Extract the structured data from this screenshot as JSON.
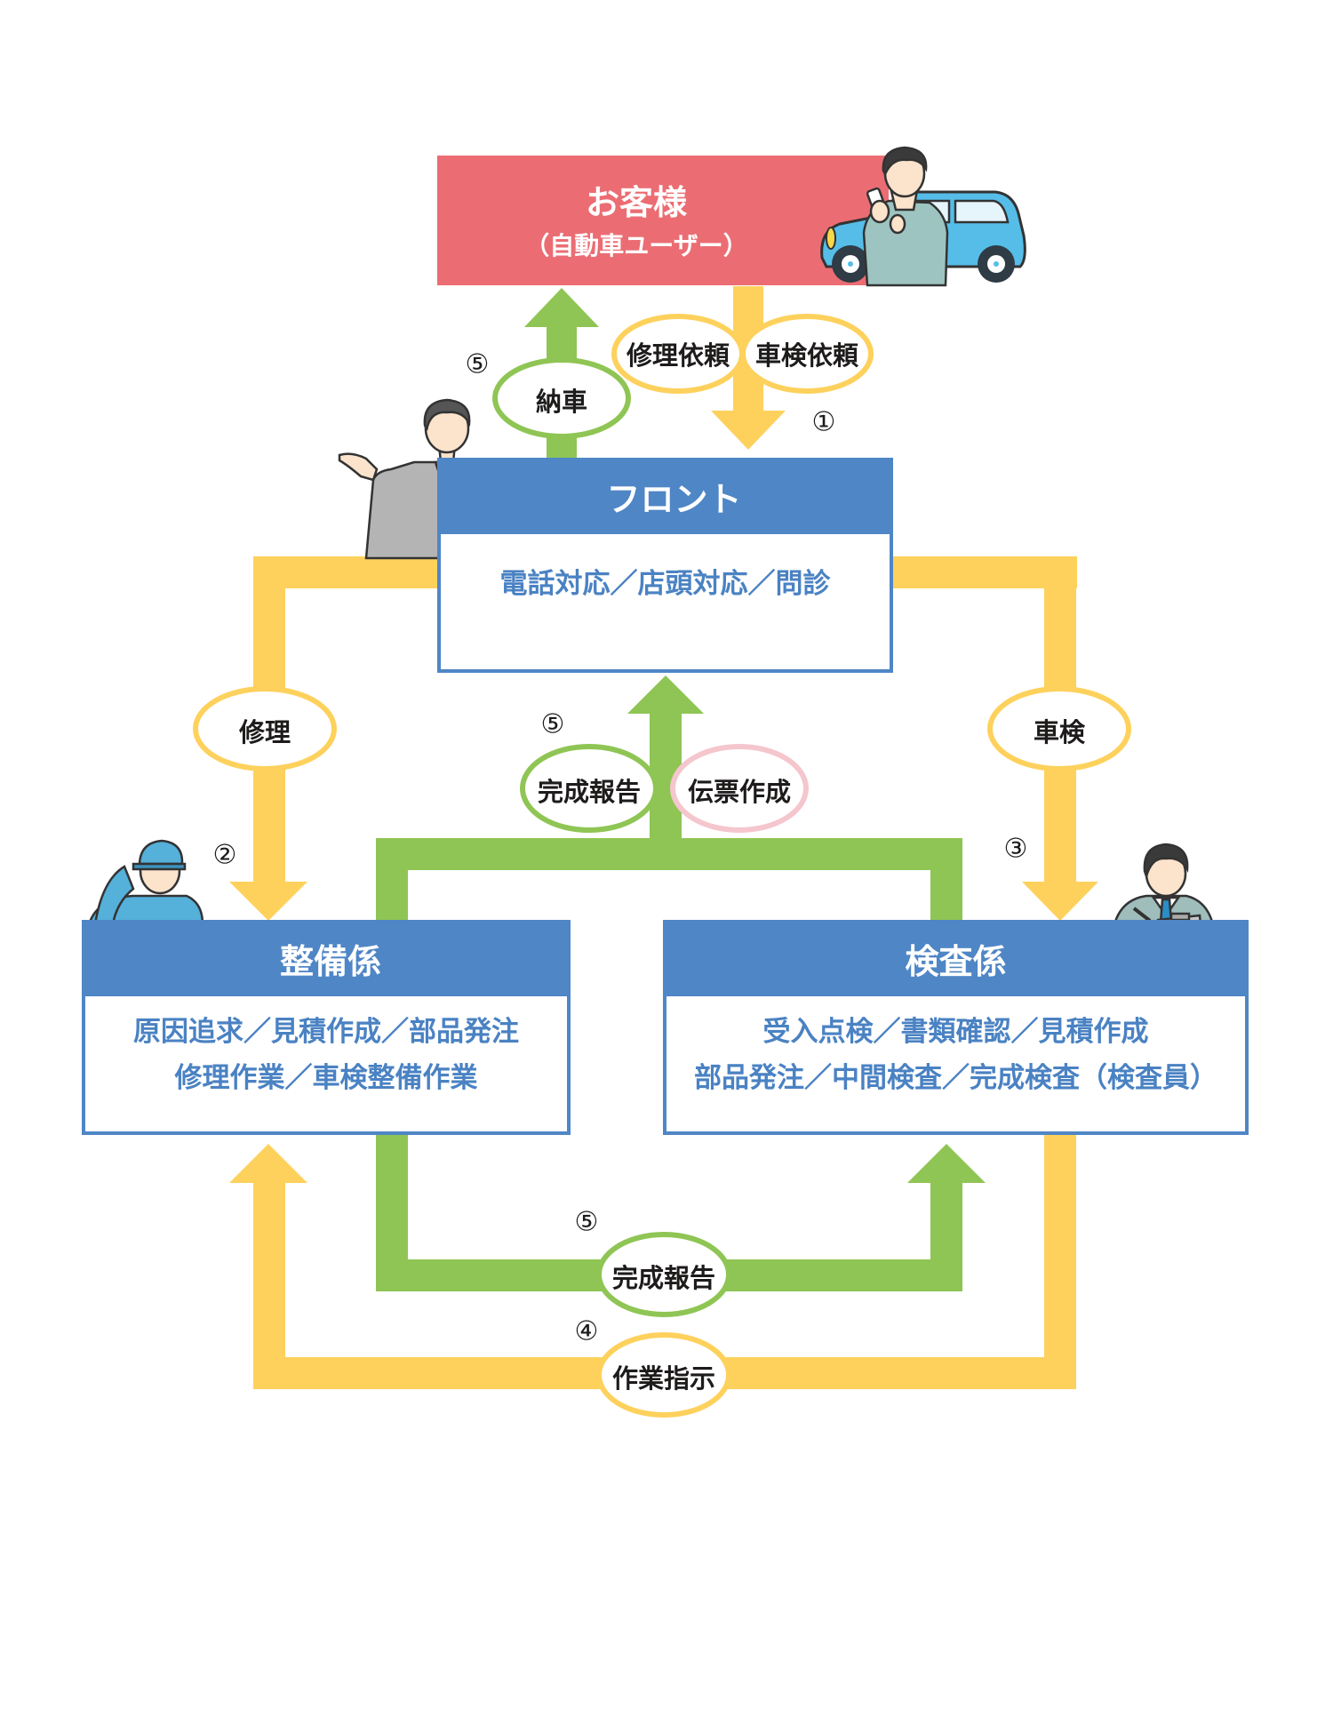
{
  "colors": {
    "customer": "#eb6d73",
    "section": "#4f86c6",
    "section_text": "#4a82c3",
    "yellow": "#fdd15c",
    "green": "#8fc554",
    "pink": "#f5c6cd",
    "car": "#55bde8",
    "label_text": "#1e1b1b"
  },
  "customer": {
    "title": "お客様",
    "subtitle": "（自動車ユーザー）"
  },
  "front": {
    "title": "フロント",
    "duties": [
      "電話対応／店頭対応／問診"
    ]
  },
  "maintenance": {
    "title": "整備係",
    "duties": [
      "原因追求／見積作成／部品発注",
      "修理作業／車検整備作業"
    ]
  },
  "inspection": {
    "title": "検査係",
    "duties": [
      "受入点検／書類確認／見積作成",
      "部品発注／中間検査／完成検査（検査員）"
    ]
  },
  "flows": {
    "request_repair": "修理依頼",
    "request_inspection": "車検依頼",
    "delivery": "納車",
    "repair": "修理",
    "shaken": "車検",
    "complete_report_top": "完成報告",
    "invoice": "伝票作成",
    "complete_report_bottom": "完成報告",
    "work_instruction": "作業指示"
  },
  "step_numbers": {
    "step1": "①",
    "step2": "②",
    "step3": "③",
    "step4": "④",
    "step5_delivery": "⑤",
    "step5_top": "⑤",
    "step5_bottom": "⑤"
  },
  "illustrations": {
    "customer_person": "customer-with-phone-icon",
    "car": "car-icon",
    "front_staff": "front-staff-icon",
    "mechanic": "mechanic-icon",
    "inspector": "inspector-icon"
  }
}
